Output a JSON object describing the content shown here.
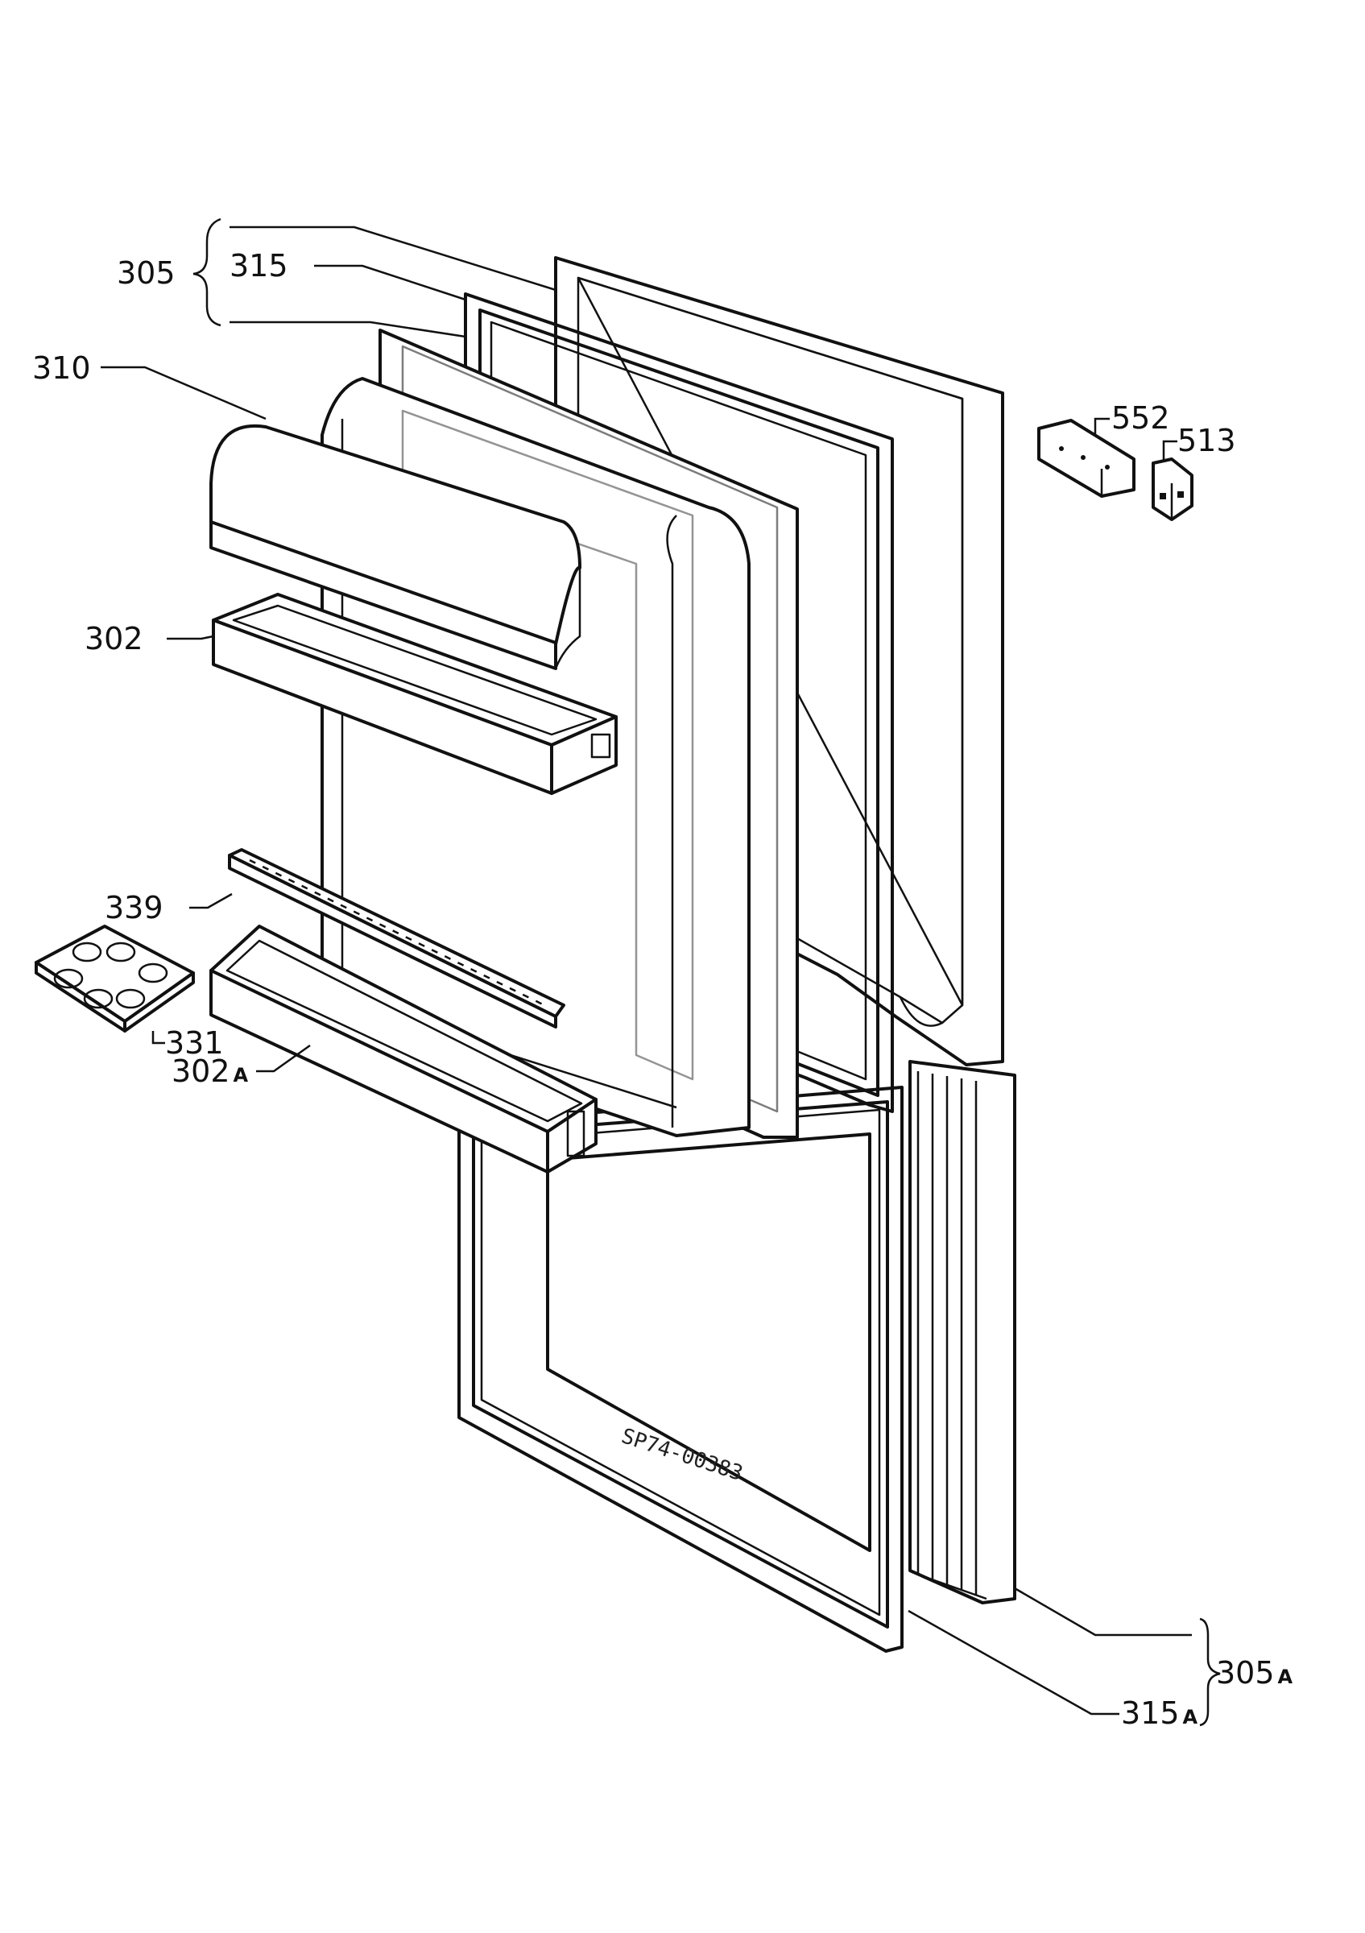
{
  "labels": {
    "l305": "305",
    "l315": "315",
    "l310": "310",
    "l302": "302",
    "l339": "339",
    "l331": "331",
    "l302a": "302",
    "l302a_suffix": "A",
    "l552": "552",
    "l513": "513",
    "l305a": "305",
    "l305a_suffix": "A",
    "l315a": "315",
    "l315a_suffix": "A"
  },
  "stamp": "SP74-00383",
  "colors": {
    "ink": "#111111",
    "paper": "#ffffff"
  }
}
